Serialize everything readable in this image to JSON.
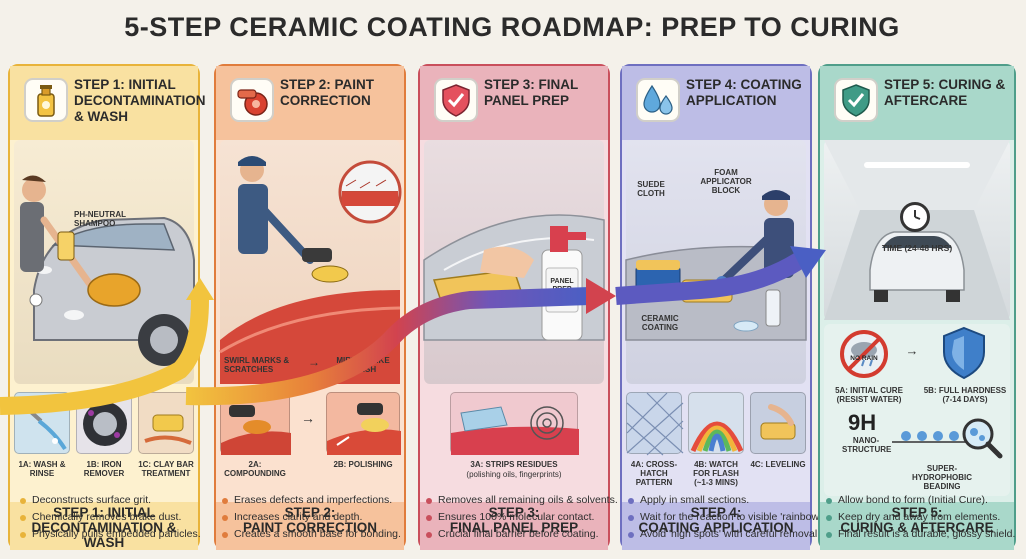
{
  "title": "5-STEP CERAMIC COATING ROADMAP: PREP TO CURING",
  "colors": {
    "step1": "#e8b33a",
    "step2": "#e07c3c",
    "step3": "#c94f5c",
    "step4": "#6e6fc0",
    "step5": "#4f9e8a"
  },
  "steps": [
    {
      "header": "STEP 1: INITIAL DECONTAMINATION & WASH",
      "icon": "shampoo-bottle-icon",
      "scene_labels": [
        "pH-NEUTRAL SHAMPOO"
      ],
      "subs": [
        "1A: WASH & RINSE",
        "1B: IRON REMOVER",
        "1C: CLAY BAR TREATMENT"
      ],
      "footer_line1": "STEP 1: INITIAL",
      "footer_line2": "DECONTAMINATION & WASH",
      "bullets": [
        "Deconstructs surface grit.",
        "Chemically removes brake dust.",
        "Physically pulls embedded particles."
      ]
    },
    {
      "header": "STEP 2: PAINT CORRECTION",
      "icon": "polisher-icon",
      "scene_labels": [
        "SWIRL MARKS & SCRATCHES",
        "MIRROR-LIKE FINISH"
      ],
      "subs": [
        "2A: COMPOUNDING",
        "2B: POLISHING"
      ],
      "footer_line1": "STEP 2:",
      "footer_line2": "PAINT CORRECTION",
      "bullets": [
        "Erases defects and imperfections.",
        "Increases clarity and depth.",
        "Creates a smooth base for bonding."
      ]
    },
    {
      "header": "STEP 3: FINAL PANEL PREP",
      "icon": "shield-check-icon",
      "scene_labels": [
        "PANEL PREP SPRAY"
      ],
      "subs": [
        "3A: STRIPS RESIDUES",
        "(polishing oils, fingerprints)"
      ],
      "footer_line1": "STEP 3:",
      "footer_line2": "FINAL PANEL PREP",
      "bullets": [
        "Removes all remaining oils & solvents.",
        "Ensures 100% molecular contact.",
        "Crucial final barrier before coating."
      ]
    },
    {
      "header": "STEP 4: COATING APPLICATION",
      "icon": "droplets-icon",
      "scene_labels": [
        "FOAM APPLICATOR BLOCK",
        "SUEDE CLOTH",
        "CERAMIC COATING"
      ],
      "subs": [
        "4A: CROSS-HATCH PATTERN",
        "4B: WATCH FOR FLASH (~1-3 mins)",
        "4C: LEVELING"
      ],
      "footer_line1": "STEP 4:",
      "footer_line2": "COATING APPLICATION",
      "bullets": [
        "Apply in small sections.",
        "Wait for the reaction to visible 'rainbow'.",
        "Avoid 'high spots' with careful removal."
      ]
    },
    {
      "header": "STEP 5: CURING & AFTERCARE",
      "icon": "shield-check-icon",
      "scene_labels": [
        "TIME (24-48 HRS)"
      ],
      "subs": [
        "NO RAIN",
        "5A: INITIAL CURE (RESIST WATER)",
        "5B: FULL HARDNESS (7-14 DAYS)",
        "9H",
        "NANO-STRUCTURE",
        "SUPER-HYDROPHOBIC BEADING"
      ],
      "footer_line1": "STEP 5:",
      "footer_line2": "CURING & AFTERCARE",
      "bullets": [
        "Allow bond to form (Initial Cure).",
        "Keep dry and away from elements.",
        "Final result is a durable, glossy shield."
      ]
    }
  ]
}
